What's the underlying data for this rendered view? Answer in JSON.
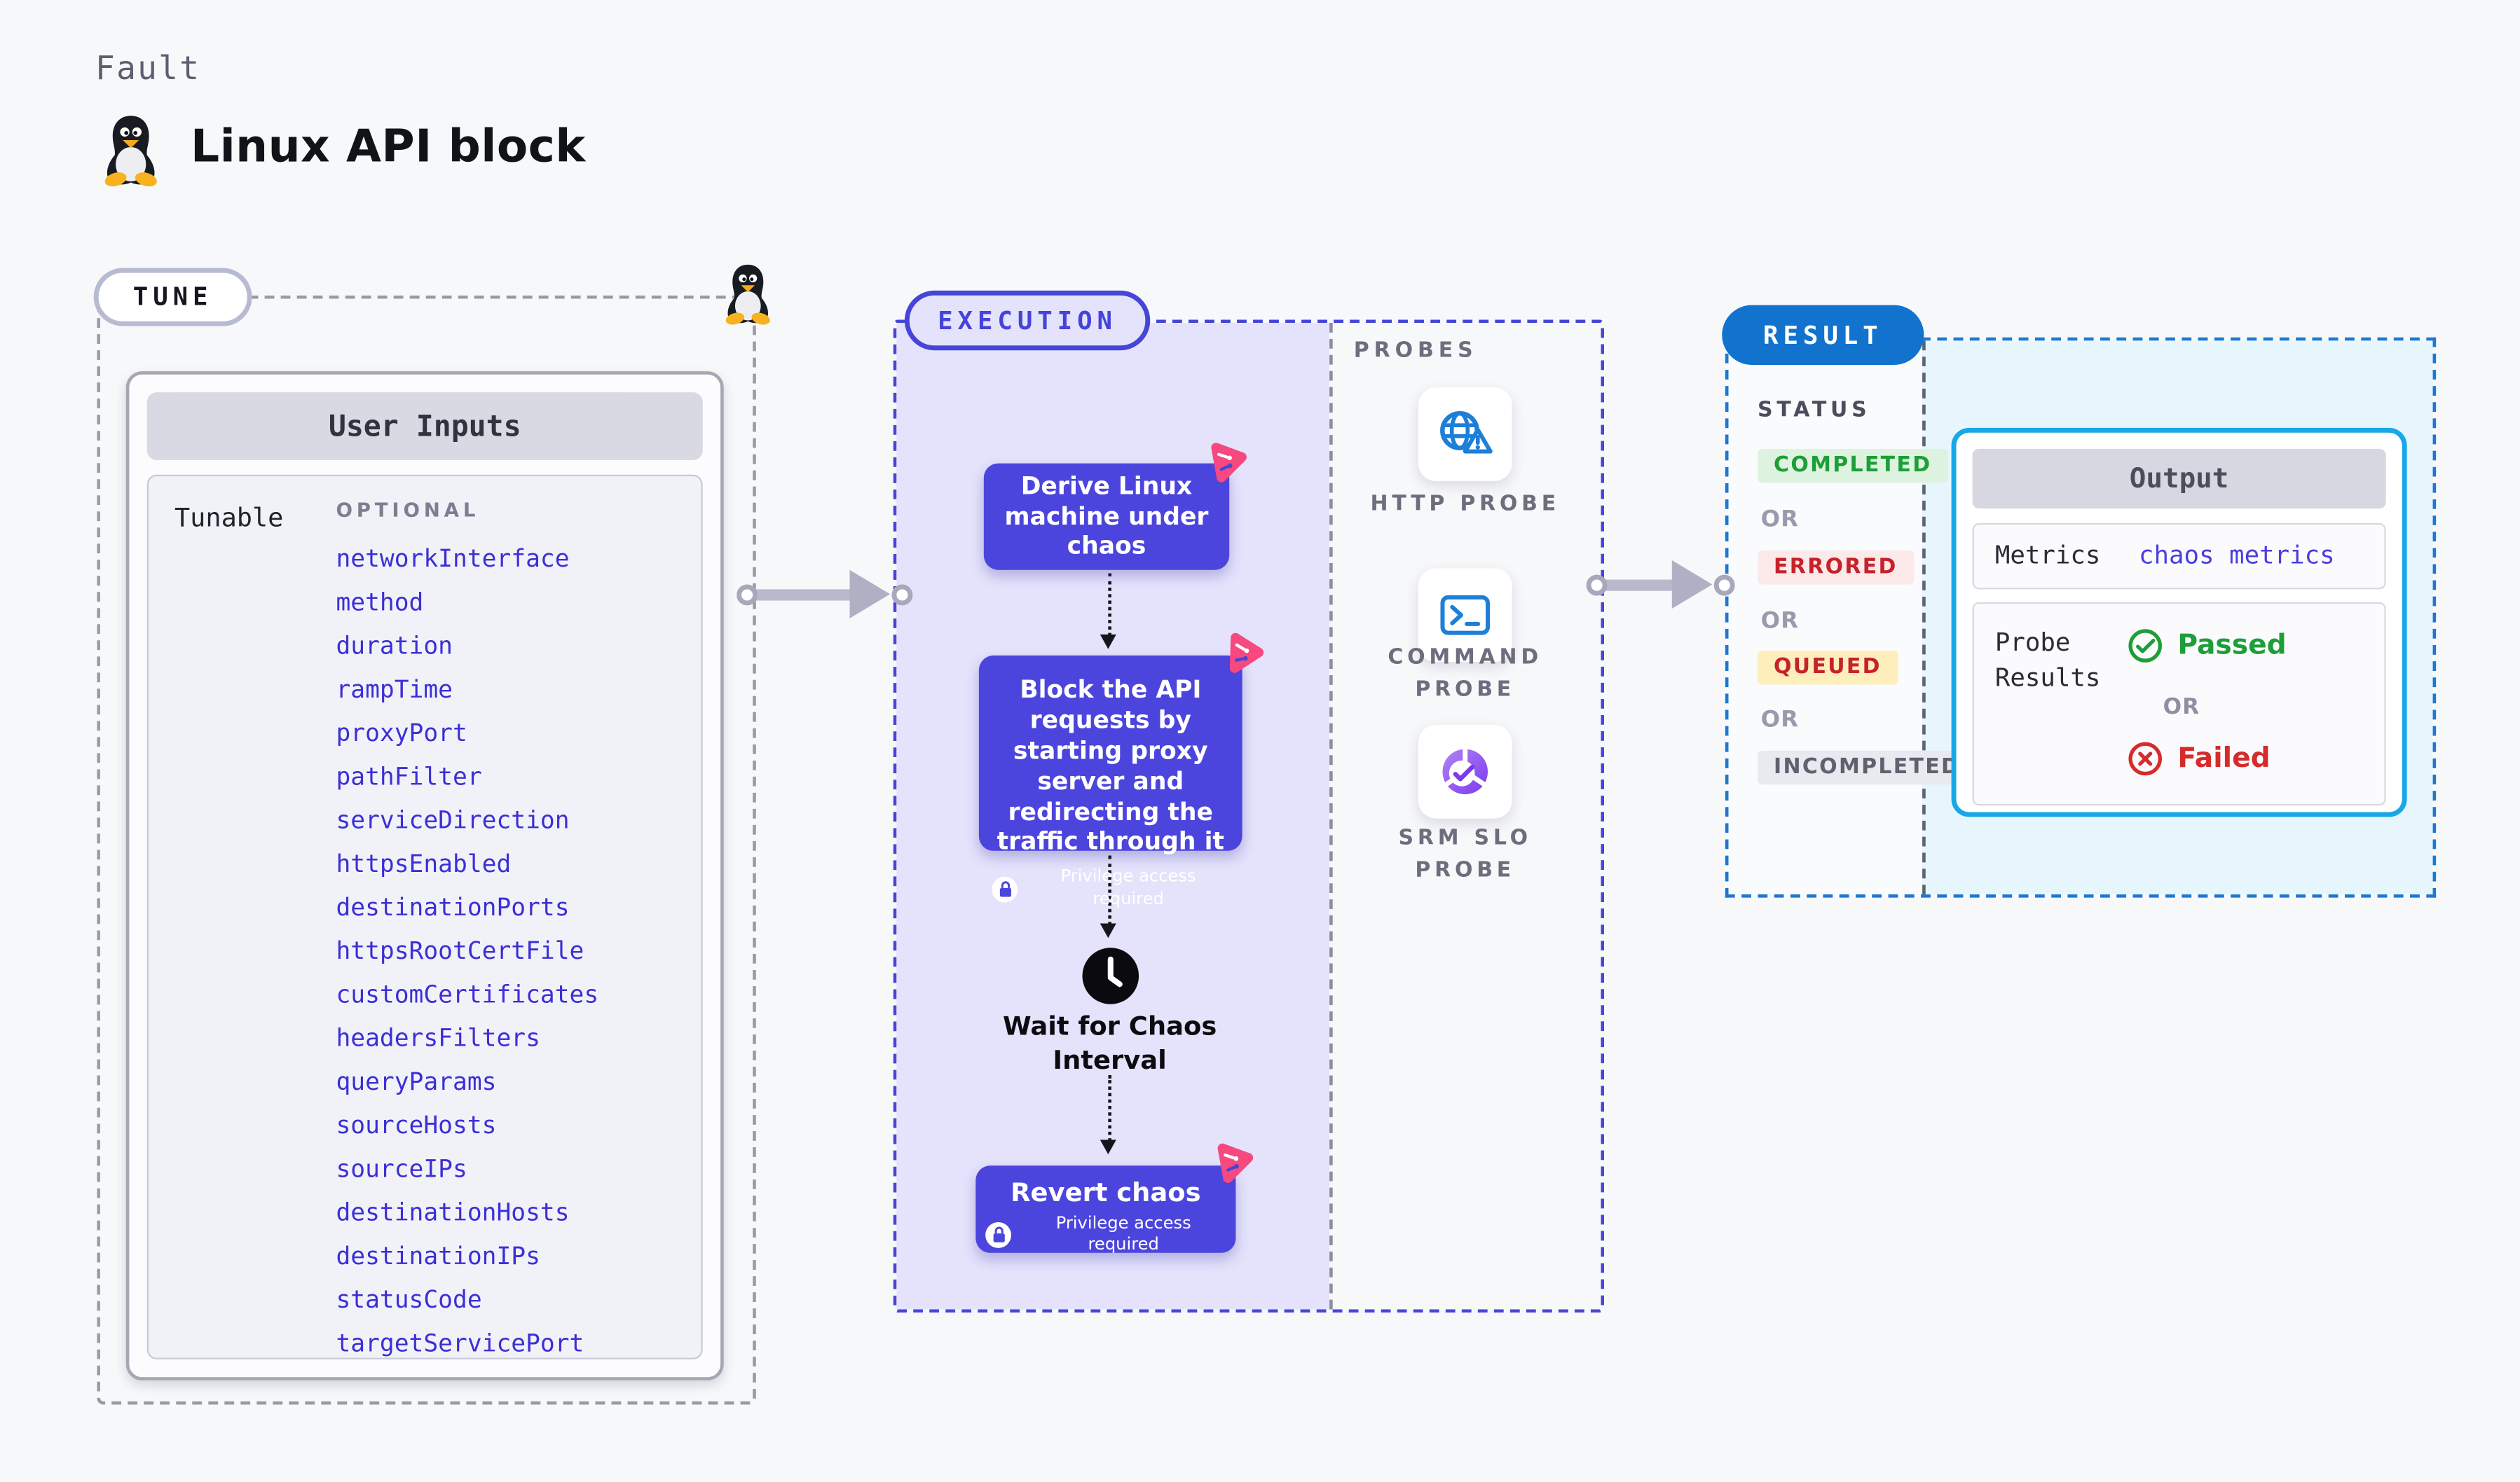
{
  "header": {
    "kicker": "Fault",
    "title": "Linux API block",
    "icon": "tux-penguin"
  },
  "tune": {
    "label": "TUNE",
    "card_title": "User Inputs",
    "row_label": "Tunable",
    "optional_label": "OPTIONAL",
    "param_color": "#3b2fd6",
    "params": [
      "networkInterface",
      "method",
      "duration",
      "rampTime",
      "proxyPort",
      "pathFilter",
      "serviceDirection",
      "httpsEnabled",
      "destinationPorts",
      "httpsRootCertFile",
      "customCertificates",
      "headersFilters",
      "queryParams",
      "sourceHosts",
      "sourceIPs",
      "destinationHosts",
      "destinationIPs",
      "statusCode",
      "targetServicePort"
    ]
  },
  "execution": {
    "label": "EXECUTION",
    "accent": "#4645d8",
    "box_color": "#4c45dd",
    "chaos_icon_color": "#f5497f",
    "steps": {
      "derive": "Derive Linux machine under chaos",
      "block": "Block the API requests by starting proxy server and redirecting the traffic through it",
      "wait": "Wait for Chaos Interval",
      "revert": "Revert chaos"
    },
    "privilege_label": "Privilege access required",
    "probes_label": "PROBES",
    "probes": [
      {
        "name": "HTTP PROBE",
        "icon": "globe-alert-icon"
      },
      {
        "name": "COMMAND PROBE",
        "icon": "terminal-icon"
      },
      {
        "name": "SRM SLO PROBE",
        "icon": "slo-donut-check-icon"
      }
    ]
  },
  "result": {
    "label": "RESULT",
    "accent": "#1173cd",
    "status_label": "STATUS",
    "or_label": "OR",
    "statuses": [
      {
        "label": "COMPLETED",
        "color": "#1d9e38",
        "bg": "#def3df"
      },
      {
        "label": "ERRORED",
        "color": "#c6222b",
        "bg": "#fceaea"
      },
      {
        "label": "QUEUED",
        "color": "#c6222b",
        "bg": "#fdeebb"
      },
      {
        "label": "INCOMPLETED",
        "color": "#60606f",
        "bg": "#e9e9f0"
      }
    ],
    "output": {
      "title": "Output",
      "metrics_label": "Metrics",
      "metrics_value": "chaos metrics",
      "metrics_value_color": "#4a3ee0",
      "probe_results_label": "Probe Results",
      "passed_label": "Passed",
      "passed_color": "#1d9e38",
      "failed_label": "Failed",
      "failed_color": "#d62b2b"
    }
  }
}
